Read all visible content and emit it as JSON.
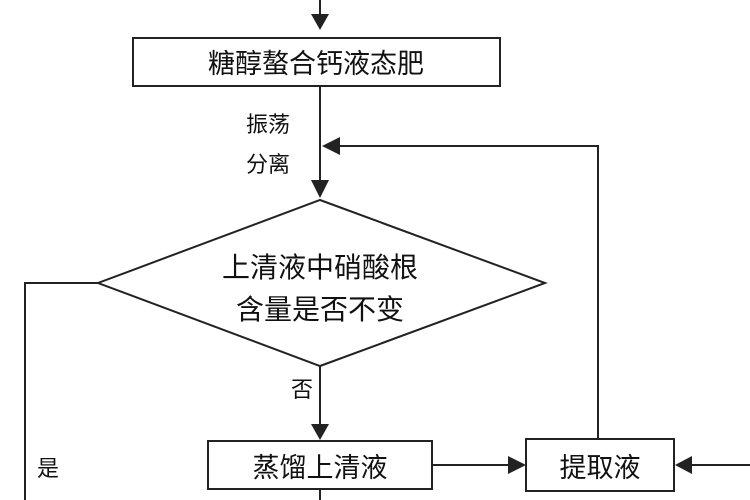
{
  "flowchart": {
    "top_box": {
      "label": "糖醇螯合钙液态肥"
    },
    "shake_label": {
      "line1": "振荡",
      "line2": "分离"
    },
    "decision": {
      "line1": "上清液中硝酸根",
      "line2": "含量是否不变"
    },
    "no_label": "否",
    "yes_label": "是",
    "distill_box": {
      "label": "蒸馏上清液"
    },
    "extract_box": {
      "label": "提取液"
    }
  }
}
